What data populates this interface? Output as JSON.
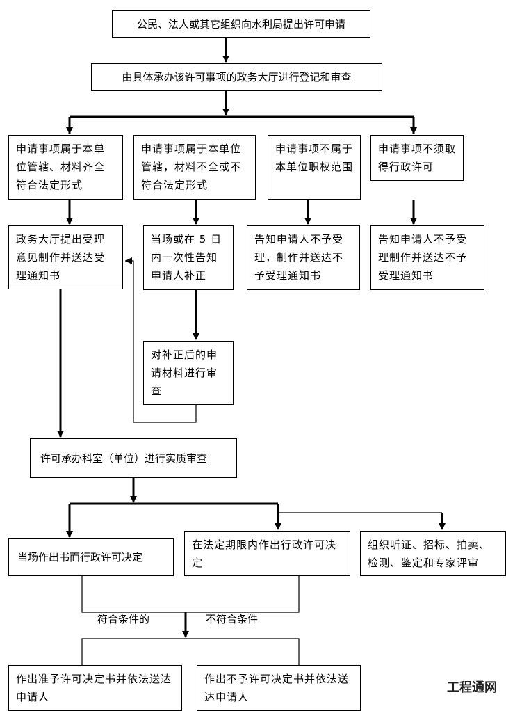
{
  "steps": {
    "apply": "公民、法人或其它组织向水利局提出许可申请",
    "register": "由具体承办该许可事项的政务大厅进行登记和审查",
    "case1": "申请事项属于本单位管辖、材料齐全符合法定形式",
    "case2": "申请事项属于本单位管辖，材料不全或不符合法定形式",
    "case3": "申请事项不属于本单位职权范围",
    "case4": "申请事项不须取得行政许可",
    "accept": "政务大厅提出受理意见制作并送达受理通知书",
    "supplement": "当场或在 5 日内一次性告知申请人补正",
    "notify_reject": "告知申请人不予受理，制作并送达不予受理通知书",
    "notify_reject2": "告知申请人不予受理制作并送达不予受理通知书",
    "review_supplement": "对补正后的申请材料进行审查",
    "substantive": "许可承办科室（单位）进行实质审查",
    "onsite": "当场作出书面行政许可决定",
    "statutory": "在法定期限内作出行政许可决定",
    "hearing": "组织听证、招标、拍卖、检测、鉴定和专家评审",
    "grant": "作出准予许可决定书并依法送达申请人",
    "deny": "作出不予许可决定书并依法送达申请人"
  },
  "labels": {
    "qualified": "符合条件的",
    "unqualified": "不符合条件"
  },
  "watermark": "工程通网"
}
